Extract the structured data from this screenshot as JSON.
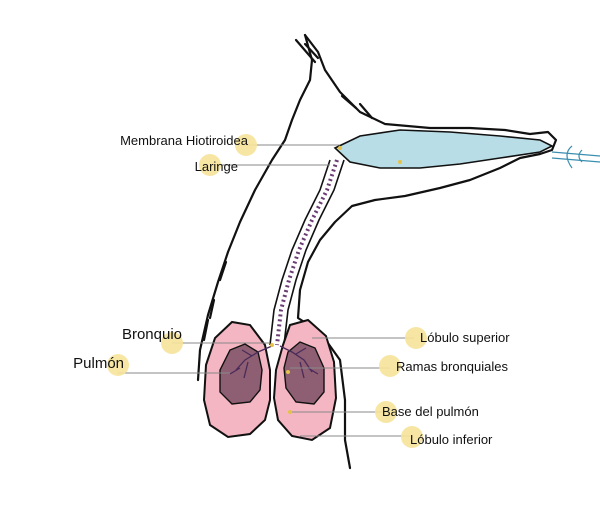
{
  "labels": {
    "membrana": "Membrana Hiotiroidea",
    "laringe": "Laringe",
    "bronquio": "Bronquio",
    "pulmon": "Pulmón",
    "lobulo_superior": "Lóbulo superior",
    "ramas": "Ramas bronquiales",
    "base": "Base del pulmón",
    "lobulo_inferior": "Lóbulo inferior"
  },
  "colors": {
    "larynx_fill": "#b9dde6",
    "lung_fill": "#f4b6c2",
    "lobe_fill": "#8e5f72",
    "trachea": "#6b3d74",
    "dot": "#f7e49a",
    "leader": "#888888",
    "outline": "#111111"
  }
}
